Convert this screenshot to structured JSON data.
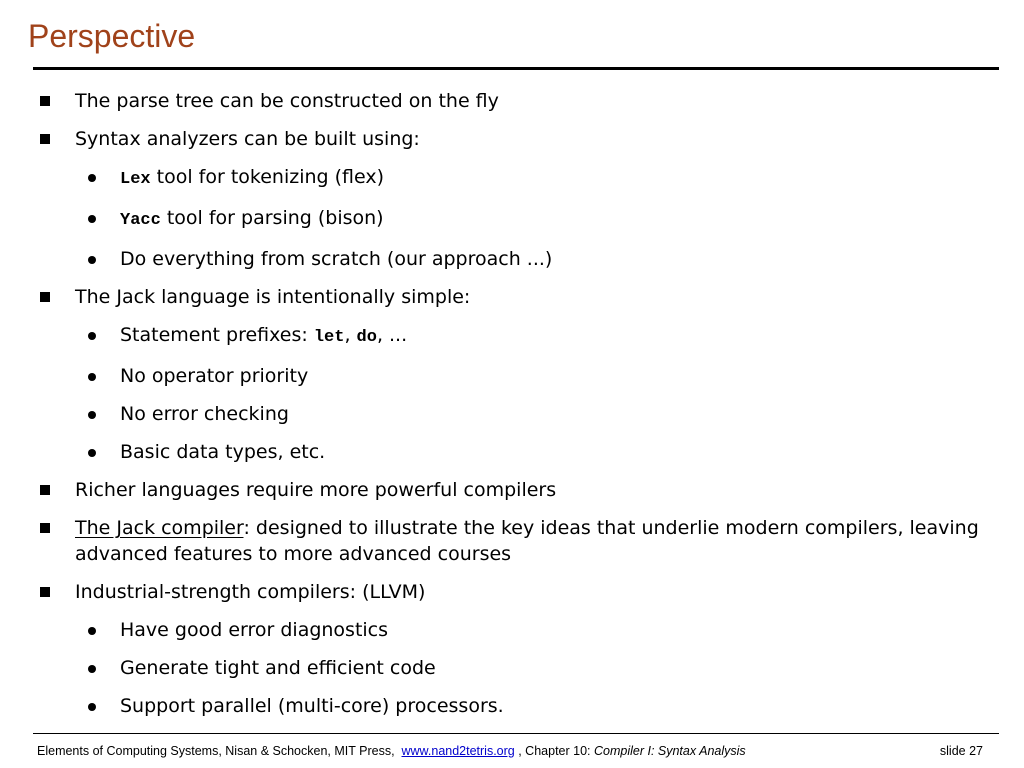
{
  "title": "Perspective",
  "bullets": [
    {
      "text": "The parse tree can be constructed on the fly"
    },
    {
      "text": "Syntax analyzers can be built using:"
    },
    {
      "code": "Lex",
      "text": " tool for tokenizing (flex)"
    },
    {
      "code": "Yacc",
      "text": " tool for parsing (bison)"
    },
    {
      "text": "Do everything from scratch (our approach ...)"
    },
    {
      "text": "The Jack language is intentionally simple:"
    },
    {
      "text": "Statement prefixes: ",
      "code1": "let",
      "sep": ", ",
      "code2": "do",
      "tail": ", ..."
    },
    {
      "text": "No operator priority"
    },
    {
      "text": "No error checking"
    },
    {
      "text": "Basic data types, etc."
    },
    {
      "text": "Richer languages require more powerful compilers"
    },
    {
      "underlined": "The Jack compiler",
      "text": ": designed to illustrate the key ideas that underlie modern compilers, leaving advanced features to more advanced courses"
    },
    {
      "text": "Industrial-strength compilers: (LLVM)"
    },
    {
      "text": "Have good error diagnostics"
    },
    {
      "text": "Generate tight and efficient code"
    },
    {
      "text": "Support parallel (multi-core) processors."
    }
  ],
  "footer": {
    "prefix": "Elements of Computing Systems, Nisan & Schocken, MIT Press,  ",
    "link": "www.nand2tetris.org",
    "chapter": " , Chapter 10: ",
    "chapter_title": "Compiler I: Syntax Analysis",
    "slide": "slide 27"
  },
  "colors": {
    "title": "#a0421a",
    "link": "#0000cc"
  }
}
